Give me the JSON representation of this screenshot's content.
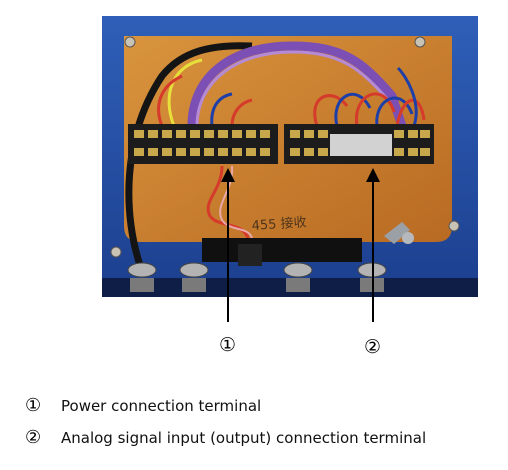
{
  "photo": {
    "label_handwritten": "455 接收"
  },
  "callouts": [
    {
      "marker": "①"
    },
    {
      "marker": "②"
    }
  ],
  "legend": [
    {
      "marker": "①",
      "text": "Power connection terminal"
    },
    {
      "marker": "②",
      "text": "Analog signal input (output) connection terminal"
    }
  ]
}
